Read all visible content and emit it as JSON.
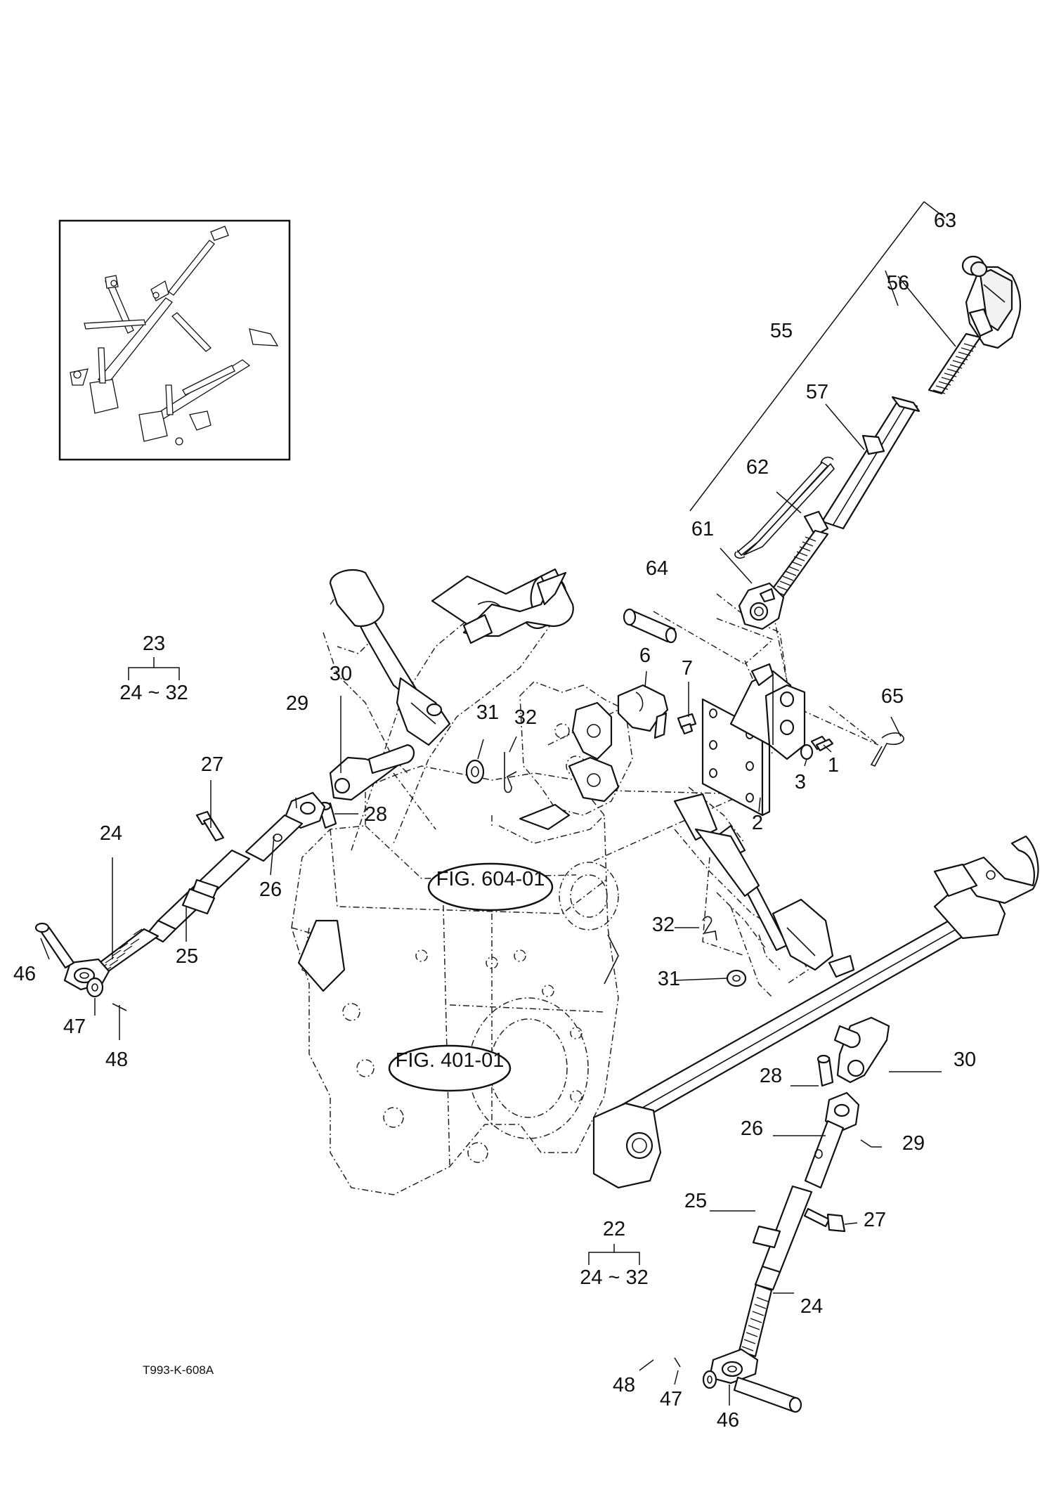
{
  "drawing_code": "T993-K-608A",
  "figure_refs": [
    "FIG. 604-01",
    "FIG. 401-01"
  ],
  "callouts": {
    "c63": "63",
    "c56": "56",
    "c55": "55",
    "c57": "57",
    "c62": "62",
    "c61": "61",
    "c64": "64",
    "c6": "6",
    "c7": "7",
    "c65": "65",
    "c1": "1",
    "c3": "3",
    "c2": "2",
    "c23": "23",
    "c23_range": "24 ~ 32",
    "c30a": "30",
    "c29a": "29",
    "c31a": "31",
    "c32a": "32",
    "c27a": "27",
    "c28a": "28",
    "c24a": "24",
    "c26a": "26",
    "c25a": "25",
    "c46a": "46",
    "c47a": "47",
    "c48a": "48",
    "c32b": "32",
    "c31b": "31",
    "c30b": "30",
    "c28b": "28",
    "c26b": "26",
    "c29b": "29",
    "c25b": "25",
    "c27b": "27",
    "c22": "22",
    "c22_range": "24 ~ 32",
    "c24b": "24",
    "c48b": "48",
    "c47b": "47",
    "c46b": "46"
  }
}
